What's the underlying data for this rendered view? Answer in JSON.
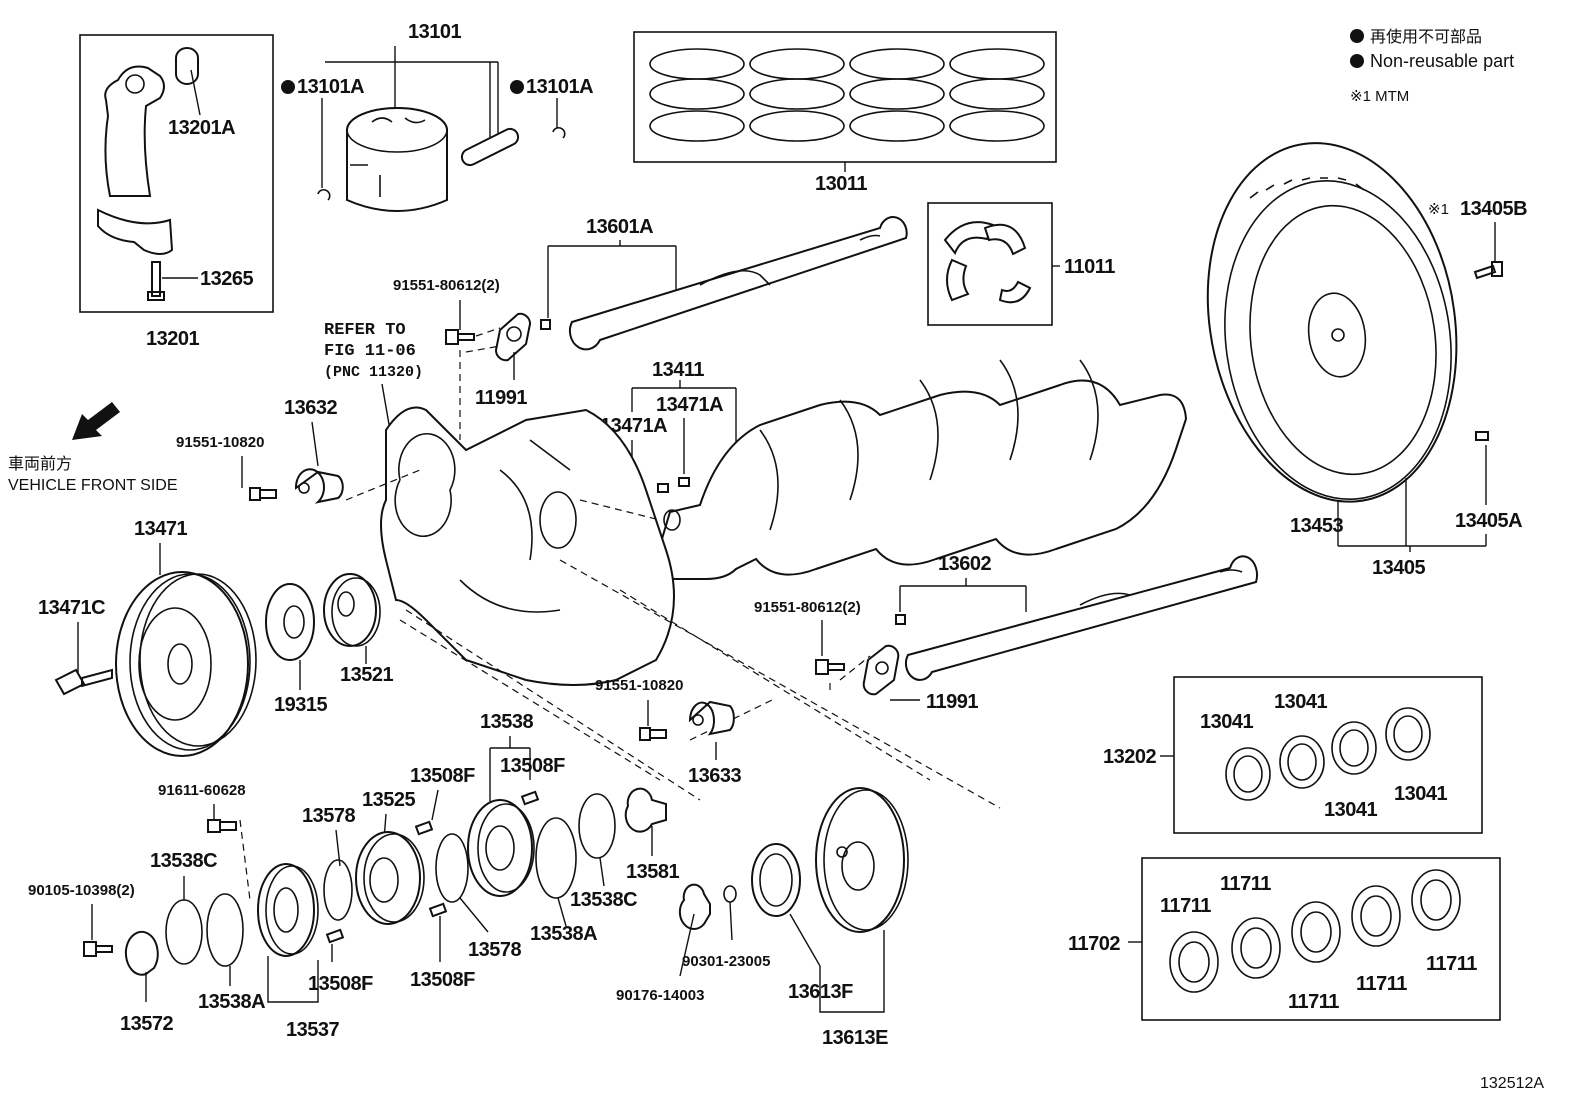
{
  "legend": {
    "non_reusable_jp": "再使用不可部品",
    "non_reusable_en": "Non-reusable part",
    "note_mtm": "※1 MTM"
  },
  "front": {
    "jp": "車両前方",
    "en": "VEHICLE FRONT SIDE"
  },
  "refer": {
    "line1": "REFER TO",
    "line2": "FIG 11-06",
    "line3": "(PNC 11320)"
  },
  "diagram_id": "132512A",
  "labels": {
    "p13101": "13101",
    "p13101A_l": "13101A",
    "p13101A_r": "13101A",
    "p13201A": "13201A",
    "p13265": "13265",
    "p13201": "13201",
    "p13011": "13011",
    "p13601A": "13601A",
    "p11011": "11011",
    "p13405B": "13405B",
    "p13405B_note": "※1",
    "p91551_80612_a": "91551-80612(2)",
    "p11991_a": "11991",
    "p13411": "13411",
    "p13471A_a": "13471A",
    "p13471A_b": "13471A",
    "p13632": "13632",
    "p91551_10820_a": "91551-10820",
    "p13471": "13471",
    "p13471C": "13471C",
    "p19315": "19315",
    "p13521": "13521",
    "p13453": "13453",
    "p13405A": "13405A",
    "p13405": "13405",
    "p13602": "13602",
    "p91551_80612_b": "91551-80612(2)",
    "p11991_b": "11991",
    "p91551_10820_b": "91551-10820",
    "p13633": "13633",
    "p13538": "13538",
    "p13508F_a": "13508F",
    "p13508F_b": "13508F",
    "p91611_60628": "91611-60628",
    "p13578_a": "13578",
    "p13525": "13525",
    "p13538C_a": "13538C",
    "p90105_10398": "90105-10398(2)",
    "p13572": "13572",
    "p13538A_a": "13538A",
    "p13537": "13537",
    "p13508F_c": "13508F",
    "p13508F_d": "13508F",
    "p13578_b": "13578",
    "p13538A_b": "13538A",
    "p13538C_b": "13538C",
    "p13581": "13581",
    "p90301_23005": "90301-23005",
    "p90176_14003": "90176-14003",
    "p13613F": "13613F",
    "p13613E": "13613E",
    "p13202": "13202",
    "p13041_a": "13041",
    "p13041_b": "13041",
    "p13041_c": "13041",
    "p13041_d": "13041",
    "p11702": "11702",
    "p11711_a": "11711",
    "p11711_b": "11711",
    "p11711_c": "11711",
    "p11711_d": "11711",
    "p11711_e": "11711"
  }
}
